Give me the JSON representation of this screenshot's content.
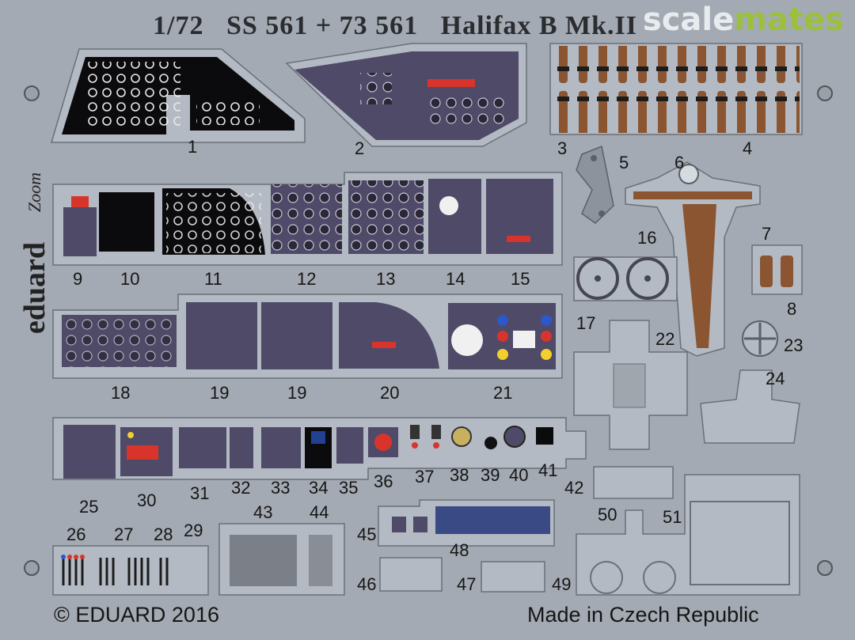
{
  "header": {
    "scale": "1/72",
    "codes": "SS 561 + 73 561",
    "name": "Halifax B Mk.II"
  },
  "watermark": {
    "part1": "scale",
    "part2": "mates"
  },
  "brand": {
    "name": "eduard",
    "sub": "Zoom"
  },
  "footer": {
    "copyright": "© EDUARD 2016",
    "origin": "Made in Czech Republic"
  },
  "part_numbers": {
    "p1": "1",
    "p2": "2",
    "p3": "3",
    "p4": "4",
    "p5": "5",
    "p6": "6",
    "p7": "7",
    "p8": "8",
    "p9": "9",
    "p10": "10",
    "p11": "11",
    "p12": "12",
    "p13": "13",
    "p14": "14",
    "p15": "15",
    "p16": "16",
    "p17": "17",
    "p18": "18",
    "p19a": "19",
    "p19b": "19",
    "p20": "20",
    "p21": "21",
    "p22": "22",
    "p23": "23",
    "p24": "24",
    "p25": "25",
    "p26": "26",
    "p27": "27",
    "p28": "28",
    "p29": "29",
    "p30": "30",
    "p31": "31",
    "p32": "32",
    "p33": "33",
    "p34": "34",
    "p35": "35",
    "p36": "36",
    "p37": "37",
    "p38": "38",
    "p39": "39",
    "p40": "40",
    "p41": "41",
    "p42": "42",
    "p43": "43",
    "p44": "44",
    "p45": "45",
    "p46": "46",
    "p47": "47",
    "p48": "48",
    "p49": "49",
    "p50": "50",
    "p51": "51"
  },
  "colors": {
    "fret": "#a4aab3",
    "frame": "#b4bac3",
    "panel_purple": "#4e4a68",
    "panel_black": "#0b0b0d",
    "strap_brown": "#8a5530",
    "switch_red": "#d9342b",
    "indicator_yellow": "#f1d02b",
    "indicator_blue": "#2c58c9"
  }
}
